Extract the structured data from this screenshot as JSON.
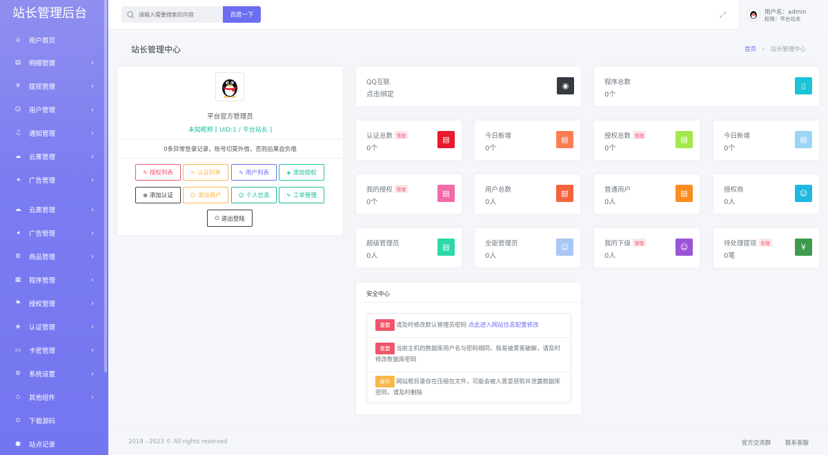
{
  "brand": "站长管理后台",
  "sidebar": {
    "items": [
      {
        "label": "用户首页",
        "icon": "home-icon",
        "glyph": "⌂",
        "chev": false
      },
      {
        "label": "明细管理",
        "icon": "list-icon",
        "glyph": "▤",
        "chev": true
      },
      {
        "label": "提现管理",
        "icon": "yen-icon",
        "glyph": "¥",
        "chev": true
      },
      {
        "label": "用户管理",
        "icon": "user-icon",
        "glyph": "☺",
        "chev": true
      },
      {
        "label": "通知管理",
        "icon": "bell-icon",
        "glyph": "♫",
        "chev": true
      },
      {
        "label": "云黑管理",
        "icon": "cloud-icon",
        "glyph": "☁",
        "chev": true
      },
      {
        "label": "广告管理",
        "icon": "megaphone-icon",
        "glyph": "◂",
        "chev": true
      },
      {
        "label": "云黑管理",
        "icon": "cloud-icon",
        "glyph": "☁",
        "chev": true
      },
      {
        "label": "广告管理",
        "icon": "megaphone-icon",
        "glyph": "◂",
        "chev": true
      },
      {
        "label": "商品管理",
        "icon": "cart-icon",
        "glyph": "⊞",
        "chev": true
      },
      {
        "label": "程序管理",
        "icon": "apps-icon",
        "glyph": "▦",
        "chev": true
      },
      {
        "label": "授权管理",
        "icon": "flag-icon",
        "glyph": "⚑",
        "chev": true
      },
      {
        "label": "认证管理",
        "icon": "shield-icon",
        "glyph": "◈",
        "chev": true
      },
      {
        "label": "卡密管理",
        "icon": "card-icon",
        "glyph": "▭",
        "chev": true
      },
      {
        "label": "系统设置",
        "icon": "gear-icon",
        "glyph": "⚙",
        "chev": true
      },
      {
        "label": "其他组件",
        "icon": "box-icon",
        "glyph": "◇",
        "chev": true
      },
      {
        "label": "下载源码",
        "icon": "download-icon",
        "glyph": "⊙",
        "chev": false
      },
      {
        "label": "站点记录",
        "icon": "record-icon",
        "glyph": "●",
        "chev": false
      }
    ]
  },
  "header": {
    "search_placeholder": "请输入需要搜索的内容",
    "search_button": "百度一下",
    "user_name": "用户名：admin",
    "user_role": "权限：平台站长"
  },
  "page": {
    "title": "站长管理中心",
    "breadcrumb_home": "首页",
    "breadcrumb_sep": "›",
    "breadcrumb_current": "站长管理中心"
  },
  "profile": {
    "name": "平台官方管理员",
    "uid_line": "未知昵称 [ UID:1 / 平台站长 ]",
    "warning": "0条异常登录记录，账号切莫外借，否则后果自负哦",
    "buttons": [
      {
        "label": "授权列表",
        "color": "#f1556c",
        "icon": "edit-icon",
        "glyph": "✎"
      },
      {
        "label": "认证列表",
        "color": "#f7b84b",
        "icon": "edit-icon",
        "glyph": "✎"
      },
      {
        "label": "用户列表",
        "color": "#6c6ef2",
        "icon": "edit-icon",
        "glyph": "✎"
      },
      {
        "label": "添加授权",
        "color": "#1abc9c",
        "icon": "shield-check-icon",
        "glyph": "◈"
      },
      {
        "label": "添加认证",
        "color": "#343a40",
        "icon": "plus-circle-icon",
        "glyph": "⊕"
      },
      {
        "label": "添加用户",
        "color": "#f7b84b",
        "icon": "user-icon",
        "glyph": "☺"
      },
      {
        "label": "个人信息",
        "color": "#1abc9c",
        "icon": "user-icon",
        "glyph": "☺"
      },
      {
        "label": "工单管理",
        "color": "#1abc9c",
        "icon": "edit-icon",
        "glyph": "✎"
      },
      {
        "label": "退出登陆",
        "color": "#343a40",
        "icon": "power-icon",
        "glyph": "⏻"
      }
    ]
  },
  "stats": [
    {
      "label": "QQ互联",
      "value": "点击绑定",
      "color": "#343a40",
      "icon": "qq-icon",
      "glyph": "◉",
      "tag": ""
    },
    {
      "label": "程序总数",
      "value": "0个",
      "color": "#1cc4d7",
      "icon": "mobile-icon",
      "glyph": "▯",
      "tag": ""
    },
    {
      "label": "认证总数",
      "value": "0个",
      "color": "#e8182e",
      "icon": "file-icon",
      "glyph": "▤",
      "tag": "管理"
    },
    {
      "label": "今日新增",
      "value": "0个",
      "color": "#fa7e52",
      "icon": "file-icon",
      "glyph": "▤",
      "tag": ""
    },
    {
      "label": "授权总数",
      "value": "0个",
      "color": "#a4e84b",
      "icon": "file-icon",
      "glyph": "▤",
      "tag": "管理"
    },
    {
      "label": "今日新增",
      "value": "0个",
      "color": "#9ad5f5",
      "icon": "file-icon",
      "glyph": "▤",
      "tag": ""
    },
    {
      "label": "我的授权",
      "value": "0个",
      "color": "#f06ba8",
      "icon": "file-icon",
      "glyph": "▤",
      "tag": "管理"
    },
    {
      "label": "用户总数",
      "value": "0人",
      "color": "#f5633d",
      "icon": "file-icon",
      "glyph": "▤",
      "tag": ""
    },
    {
      "label": "普通用户",
      "value": "0人",
      "color": "#fb8c1f",
      "icon": "file-icon",
      "glyph": "▤",
      "tag": ""
    },
    {
      "label": "授权商",
      "value": "0人",
      "color": "#1eb8e0",
      "icon": "user-icon",
      "glyph": "☺",
      "tag": ""
    },
    {
      "label": "超级管理员",
      "value": "0人",
      "color": "#2ed8a8",
      "icon": "file-icon",
      "glyph": "▤",
      "tag": ""
    },
    {
      "label": "全能管理员",
      "value": "0人",
      "color": "#a9c7f5",
      "icon": "user-icon",
      "glyph": "☺",
      "tag": ""
    },
    {
      "label": "我的下级",
      "value": "0人",
      "color": "#9b54d6",
      "icon": "user-icon",
      "glyph": "☺",
      "tag": "管理"
    },
    {
      "label": "待处理提现",
      "value": "0笔",
      "color": "#3f9a4e",
      "icon": "yen-icon",
      "glyph": "¥",
      "tag": "处理"
    }
  ],
  "security": {
    "title": "安全中心",
    "items": [
      {
        "badge": "重要",
        "badge_color": "#f1556c",
        "text": "请及时修改默认管理员密码 ",
        "link": "点此进入网站信息配置修改"
      },
      {
        "badge": "重要",
        "badge_color": "#f1556c",
        "text": "当前主机的数据库用户名与密码相同，极易被黑客破解，请及时修改数据库密码",
        "link": ""
      },
      {
        "badge": "提示",
        "badge_color": "#f7b84b",
        "text": "网站根目录存在压缩包文件，可能会被人恶意获取并泄露数据库密码，请及时删除",
        "link": ""
      }
    ]
  },
  "footer": {
    "copyright": "2019 - 2023 © All rights reserved",
    "links": [
      "官方交流群",
      "联系客服"
    ]
  }
}
